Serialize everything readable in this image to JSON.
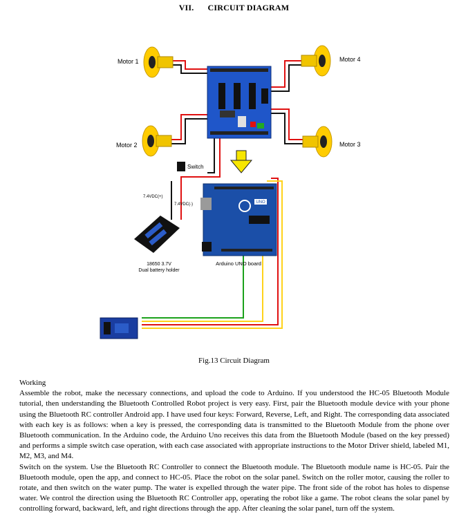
{
  "section": {
    "number": "VII.",
    "title": "CIRCUIT DIAGRAM"
  },
  "figure": {
    "labels": {
      "motor1": "Motor 1",
      "motor2": "Motor 2",
      "motor3": "Motor 3",
      "motor4": "Motor 4",
      "switch": "Switch",
      "vplus": "7.4VDC(+)",
      "vminus": "7.4VDC(-)",
      "battery_line1": "18650 3.7V",
      "battery_line2": "Dual battery holder",
      "arduino": "Arduino UNO board",
      "uno_badge": "UNO"
    },
    "caption": "Fig.13 Circuit Diagram"
  },
  "working": {
    "heading": "Working",
    "paragraph1": "Assemble the robot, make the necessary connections, and upload the code to Arduino. If you understood the HC-05 Bluetooth Module tutorial, then understanding the Bluetooth Controlled Robot project is very easy. First, pair the Bluetooth module device with your phone using the Bluetooth RC controller Android app. I have used four keys: Forward, Reverse, Left, and Right. The corresponding data associated with each key is as follows: when a key is pressed, the corresponding data is transmitted to the Bluetooth Module from the phone over Bluetooth communication. In the Arduino code, the Arduino Uno receives this data from the Bluetooth Module (based on the key pressed) and performs a simple switch case operation, with each case associated with appropriate instructions to the Motor Driver shield, labeled M1, M2, M3, and M4.",
    "paragraph2": "Switch on the system. Use the Bluetooth RC Controller to connect the Bluetooth module. The Bluetooth module name is HC-05. Pair the Bluetooth module, open the app, and connect to HC-05. Place the robot on the solar panel. Switch on the roller motor, causing the roller to rotate, and then switch on the water pump. The water is expelled through the water pipe. The front side of the robot has holes to dispense water. We control the direction using the Bluetooth RC Controller app, operating the robot like a game. The robot cleans the solar panel by controlling forward, backward, left, and right directions through the app. After cleaning the solar panel, turn off the system."
  }
}
